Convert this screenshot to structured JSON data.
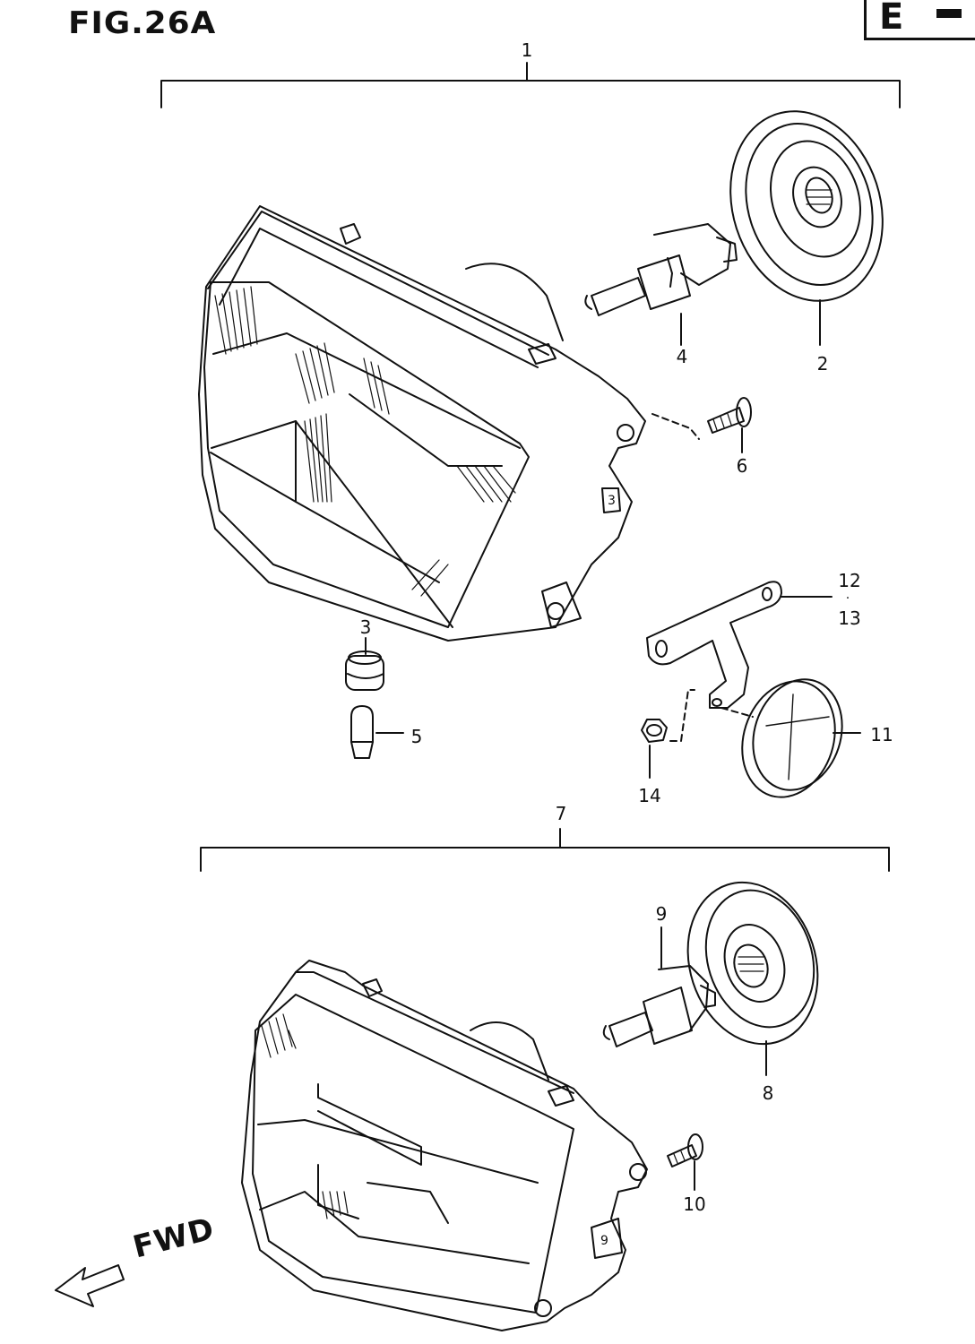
{
  "figure": {
    "title": "FIG.26A",
    "section": "E"
  },
  "callouts": {
    "n1": "1",
    "n2": "2",
    "n3": "3",
    "n4": "4",
    "n5": "5",
    "n6": "6",
    "n7": "7",
    "n8": "8",
    "n9": "9",
    "n10": "10",
    "n11": "11",
    "n12": "12",
    "n13": "13",
    "n14": "14"
  },
  "direction_label": "FWD"
}
